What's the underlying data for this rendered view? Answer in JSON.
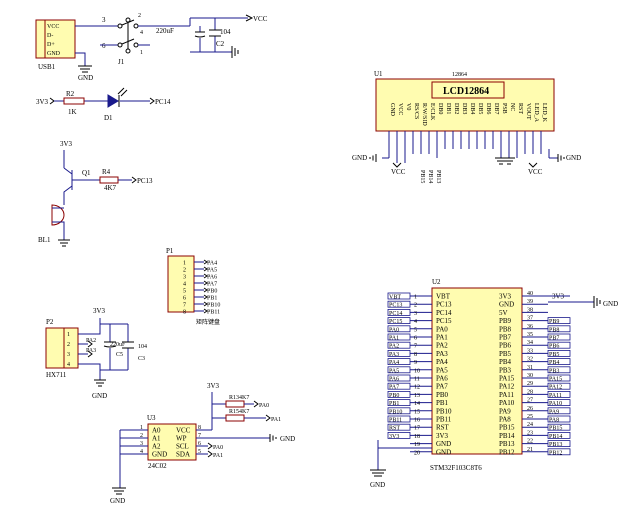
{
  "usb1": {
    "ref": "USB1",
    "pins": [
      "VCC",
      "D-",
      "D+",
      "GND"
    ],
    "gnd": "GND"
  },
  "j1": {
    "ref": "J1",
    "pin_left_top": "3",
    "pin_left_bottom": "6",
    "pin_mid": "4",
    "pin_top": "2",
    "pin_bottom": "1",
    "vcc": "VCC"
  },
  "caps_top": {
    "c_val": "220uF",
    "c2_val": "104",
    "c2_ref": "C2"
  },
  "led": {
    "net_left": "3V3",
    "r_ref": "R2",
    "r_val": "1K",
    "d_ref": "D1",
    "net_right": "PC14"
  },
  "buzzer": {
    "net_top": "3V3",
    "q_ref": "Q1",
    "r_ref": "R4",
    "r_val": "4K7",
    "net_in": "PC13",
    "bl_ref": "BL1"
  },
  "p1": {
    "ref": "P1",
    "pins": [
      "1",
      "2",
      "3",
      "4",
      "5",
      "6",
      "7",
      "8"
    ],
    "nets": [
      "PA4",
      "PA5",
      "PA6",
      "PA7",
      "PB0",
      "PB1",
      "PB10",
      "PB11"
    ],
    "label": "矩阵键盘"
  },
  "p2": {
    "ref": "P2",
    "pins": [
      "1",
      "2",
      "3",
      "4"
    ],
    "net_top": "3V3",
    "nets": [
      "PA2",
      "PA3"
    ],
    "c_val": "220uF",
    "c_ref": "C5",
    "c3_val": "104",
    "c3_ref": "C3",
    "module": "HX711",
    "gnd": "GND"
  },
  "u3": {
    "ref": "U3",
    "part": "24C02",
    "left_pins": [
      "A0",
      "A1",
      "A2",
      "GND"
    ],
    "left_nums": [
      "1",
      "2",
      "3",
      "4"
    ],
    "right_pins": [
      "VCC",
      "WP",
      "SCL",
      "SDA"
    ],
    "right_nums": [
      "8",
      "7",
      "6",
      "5"
    ],
    "vcc_net": "3V3",
    "r1_ref": "R13",
    "r1_val": "4K7",
    "r2_ref": "R15",
    "r2_val": "4K7",
    "r1_net": "PA0",
    "r2_net": "PA1",
    "scl_net": "PA0",
    "sda_net": "PA1",
    "gnd": "GND",
    "gnd_right": "GND"
  },
  "u1": {
    "ref": "U1",
    "part_top": "12864",
    "title": "LCD12864",
    "pins": [
      "GND",
      "VCC",
      "V0",
      "RS/CS",
      "R/W/SID",
      "E/CLK",
      "DB0",
      "DB1",
      "DB2",
      "DB3",
      "DB4",
      "DB5",
      "DB6",
      "DB7",
      "PSB",
      "NC",
      "RST",
      "VOUT",
      "LED_A",
      "LED_K"
    ],
    "nets": [
      "PB15",
      "PB14",
      "PB13"
    ],
    "gnd": "GND",
    "vcc_left": "VCC",
    "vcc_right": "VCC"
  },
  "u2": {
    "ref": "U2",
    "part": "STM32F103C8T6",
    "left_names": [
      "VBT",
      "PC13",
      "PC14",
      "PC15",
      "PA0",
      "PA1",
      "PA2",
      "PA3",
      "PA4",
      "PA5",
      "PA6",
      "PA7",
      "PB0",
      "PB1",
      "PB10",
      "PB11",
      "RST",
      "3V3",
      "GND",
      "GND"
    ],
    "left_nums": [
      "1",
      "2",
      "3",
      "4",
      "5",
      "6",
      "7",
      "8",
      "9",
      "10",
      "11",
      "12",
      "13",
      "14",
      "15",
      "16",
      "17",
      "18",
      "19",
      "20"
    ],
    "left_nets": [
      "VBT",
      "PC13",
      "PC14",
      "PC15",
      "PA0",
      "PA1",
      "PA2",
      "PA3",
      "PA4",
      "PA5",
      "PA6",
      "PA7",
      "PB0",
      "PB1",
      "PB10",
      "PB11",
      "RST",
      "3V3"
    ],
    "right_names": [
      "3V3",
      "GND",
      "5V",
      "PB9",
      "PB8",
      "PB7",
      "PB6",
      "PB5",
      "PB4",
      "PB3",
      "PA15",
      "PA12",
      "PA11",
      "PA10",
      "PA9",
      "PA8",
      "PB15",
      "PB14",
      "PB13",
      "PB12"
    ],
    "right_nums": [
      "40",
      "39",
      "38",
      "37",
      "36",
      "35",
      "34",
      "33",
      "32",
      "31",
      "30",
      "29",
      "28",
      "27",
      "26",
      "25",
      "24",
      "23",
      "22",
      "21"
    ],
    "right_nets": [
      "3V3",
      "PB9",
      "PB8",
      "PB7",
      "PB6",
      "PB5",
      "PB4",
      "PB3",
      "PA15",
      "PA12",
      "PA11",
      "PA10",
      "PA9",
      "PA8",
      "PB15",
      "PB14",
      "PB13",
      "PB12"
    ],
    "gnd_bottom": "GND",
    "gnd_right": "GND"
  }
}
